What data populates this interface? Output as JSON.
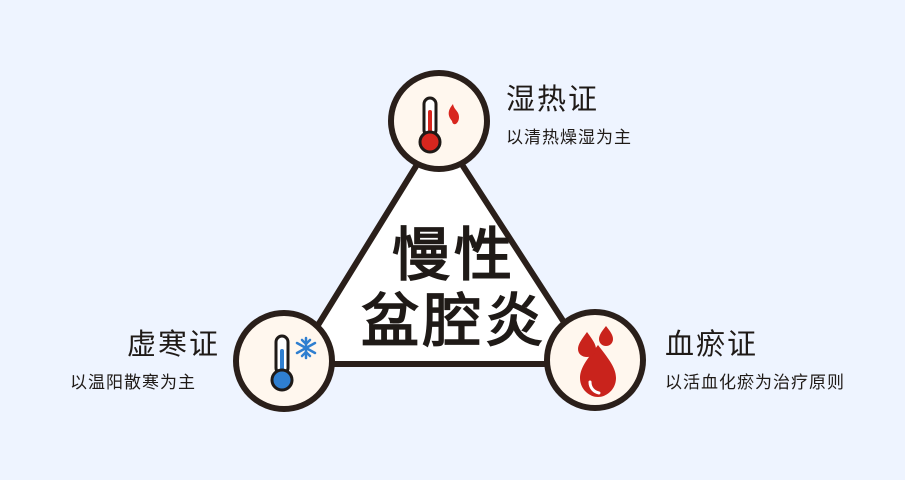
{
  "center_title": {
    "line1": "慢性",
    "line2": "盆腔炎"
  },
  "nodes": [
    {
      "id": "damp-heat",
      "title": "湿热证",
      "description": "以清热燥湿为主",
      "icon": "thermometer-flame-icon",
      "accent": "#d8261e"
    },
    {
      "id": "deficiency-cold",
      "title": "虚寒证",
      "description": "以温阳散寒为主",
      "icon": "thermometer-snowflake-icon",
      "accent": "#2f7fd0"
    },
    {
      "id": "blood-stasis",
      "title": "血瘀证",
      "description": "以活血化瘀为治疗原则",
      "icon": "blood-drops-icon",
      "accent": "#c9231c"
    }
  ],
  "colors": {
    "background": "#eef4ff",
    "outline": "#2a1f1a",
    "circle_fill": "#fff7ee",
    "triangle_fill": "#ffffff"
  }
}
